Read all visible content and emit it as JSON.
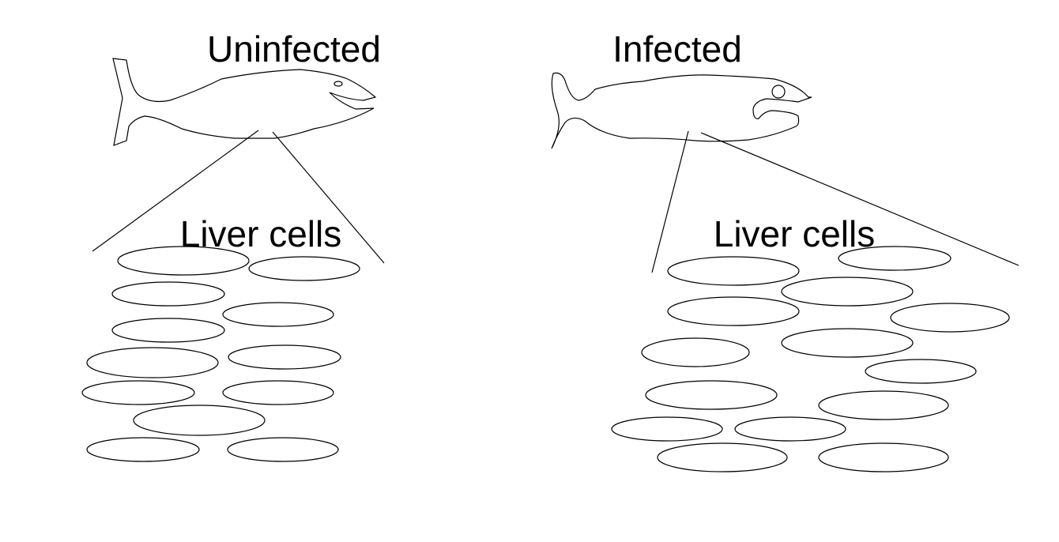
{
  "panels": [
    {
      "title": "Uninfected",
      "cells_label": "Liver cells"
    },
    {
      "title": "Infected",
      "cells_label": "Liver cells"
    }
  ]
}
